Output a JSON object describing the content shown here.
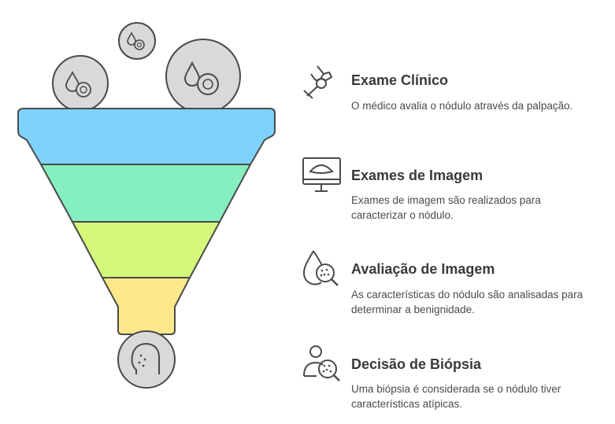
{
  "steps": [
    {
      "title": "Exame Clínico",
      "description": "O médico avalia o nódulo através da palpação.",
      "icon": "palpation-hand-icon",
      "color": "#7dd3fc"
    },
    {
      "title": "Exames de Imagem",
      "description": "Exames de imagem são realizados para caracterizar o nódulo.",
      "icon": "ultrasound-monitor-icon",
      "color": "#86efc0"
    },
    {
      "title": "Avaliação de Imagem",
      "description": "As características do nódulo são analisadas para determinar a benignidade.",
      "icon": "nodule-magnifier-icon",
      "color": "#d5f77a"
    },
    {
      "title": "Decisão de Biópsia",
      "description": "Uma biópsia é considerada se o nódulo tiver características atípicas.",
      "icon": "patient-magnifier-icon",
      "color": "#fde98a"
    }
  ],
  "funnel_inputs": [
    "nodule-drop-icon",
    "nodule-drop-icon",
    "nodule-drop-icon"
  ],
  "funnel_output": "patient-head-icon",
  "colors": {
    "stroke": "#4a4a4a",
    "circle_fill": "#d9d9d9"
  }
}
